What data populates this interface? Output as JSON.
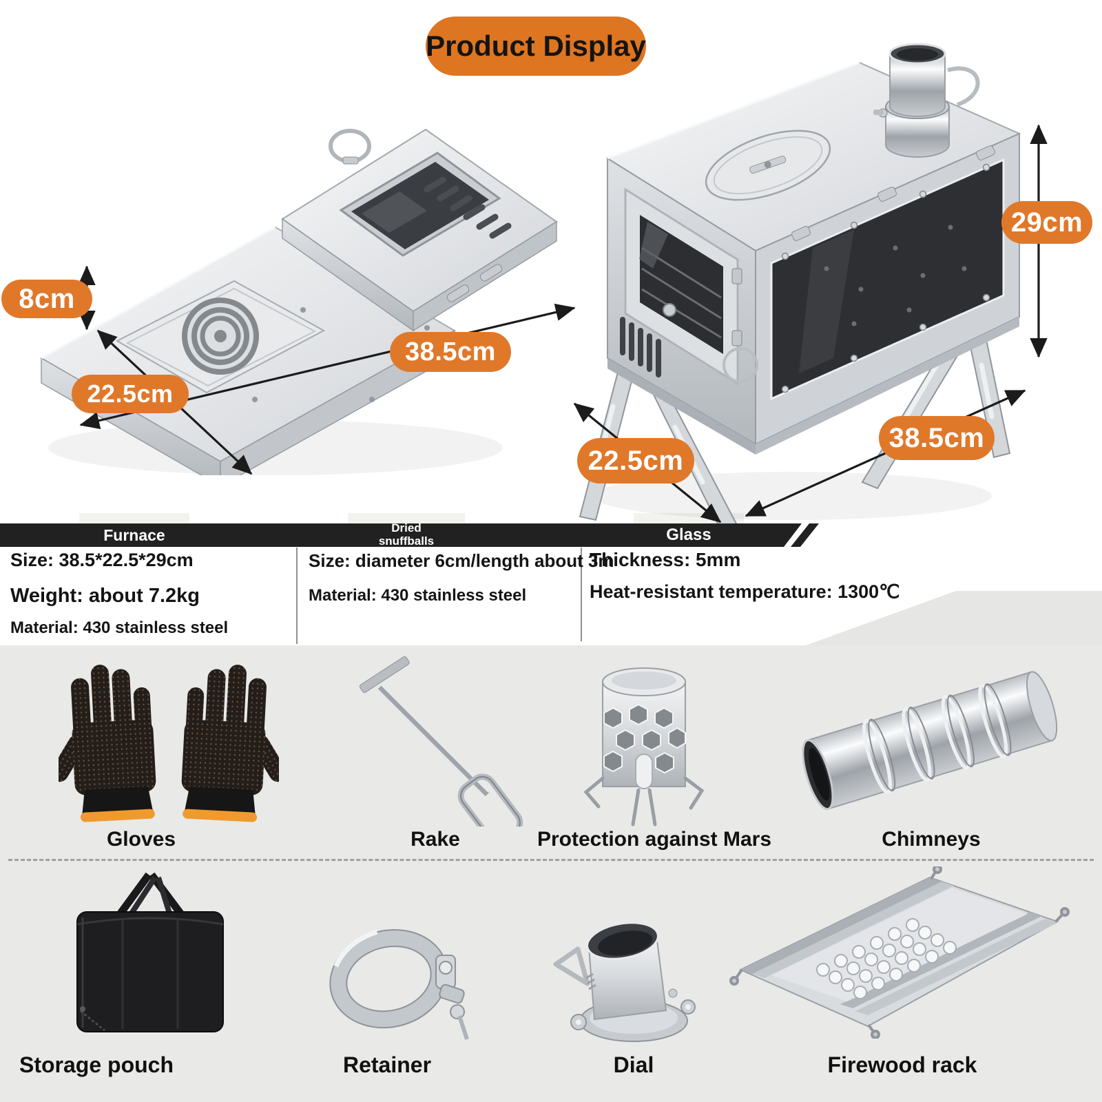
{
  "title": "Product Display",
  "colors": {
    "accent_orange": "#e0782a",
    "title_orange": "#de7520",
    "ribbon_black": "#212121",
    "section_gray": "#e9e9e7",
    "glove_cuff_orange": "#f09a2e"
  },
  "dimensions": {
    "folded": {
      "height": "8cm",
      "depth": "22.5cm",
      "length": "38.5cm"
    },
    "assembled": {
      "height": "29cm",
      "depth": "22.5cm",
      "length": "38.5cm"
    }
  },
  "spec_table": {
    "columns": [
      {
        "header": "Furnace",
        "rows": [
          "Size: 38.5*22.5*29cm",
          "Weight: about 7.2kg",
          "Material: 430 stainless steel"
        ]
      },
      {
        "header": "Dried snuffballs",
        "rows": [
          "Size: diameter 6cm/length about 3m",
          "Material: 430 stainless steel"
        ]
      },
      {
        "header": "Glass",
        "rows": [
          "Thickness: 5mm",
          "Heat-resistant temperature: 1300℃"
        ]
      }
    ]
  },
  "accessories": {
    "row1": [
      {
        "label": "Gloves"
      },
      {
        "label": "Rake"
      },
      {
        "label": "Protection against Mars"
      },
      {
        "label": "Chimneys"
      }
    ],
    "row2": [
      {
        "label": "Storage pouch"
      },
      {
        "label": "Retainer"
      },
      {
        "label": "Dial"
      },
      {
        "label": "Firewood rack"
      }
    ]
  }
}
